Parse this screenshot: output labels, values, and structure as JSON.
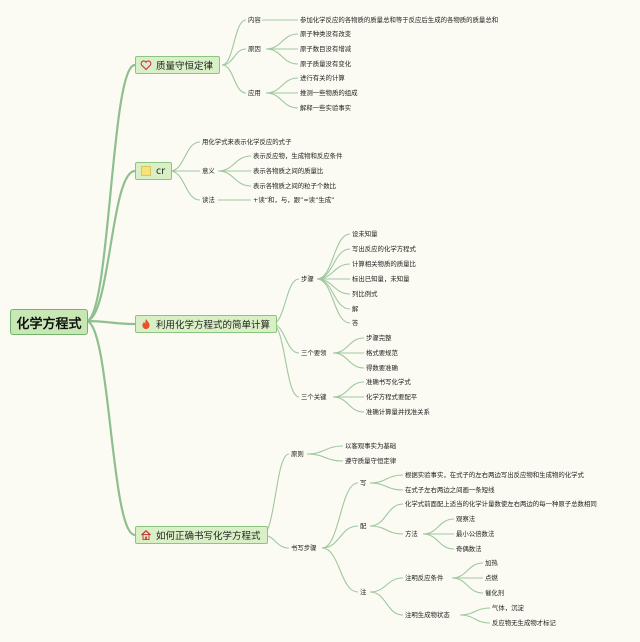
{
  "root": "化学方程式",
  "branches": {
    "b1": {
      "title": "质量守恒定律",
      "icon": "heart-icon",
      "neirong": "内容",
      "neirong_text": "参加化学反应的各物质的质量总和等于反应后生成的各物质的质量总和",
      "yuanyin": "原因",
      "yuanyin_items": [
        "原子种类没有改变",
        "原子数目没有增减",
        "原子质量没有变化"
      ],
      "yingyong": "应用",
      "yingyong_items": [
        "进行有关的计算",
        "推测一些物质的组成",
        "解释一些实验事实"
      ]
    },
    "b2": {
      "title": "cr",
      "icon": "sticky-note-icon",
      "def": "用化学式来表示化学反应的式子",
      "yiyi": "意义",
      "yiyi_items": [
        "表示反应物，生成物和反应条件",
        "表示各物质之间的质量比",
        "表示各物质之间的粒子个数比"
      ],
      "dufa": "读法",
      "dufa_text": "+读“和，与，跟”=读“生成”"
    },
    "b3": {
      "title": "利用化学方程式的简单计算",
      "icon": "fire-icon",
      "buzhou": "步骤",
      "buzhou_items": [
        "设未知量",
        "写出反应的化学方程式",
        "计算相关物质的质量比",
        "标出已知量，未知量",
        "列比例式",
        "解",
        "答"
      ],
      "sange_yaoling": "三个要领",
      "yaoling_items": [
        "步骤完整",
        "格式要规范",
        "得数要准确"
      ],
      "sange_guanjian": "三个关键",
      "guanjian_items": [
        "准确书写化学式",
        "化学方程式要配平",
        "准确计算量并找准关系"
      ]
    },
    "b4": {
      "title": "如何正确书写化学方程式",
      "icon": "house-icon",
      "yuanze": "原则",
      "yuanze_items": [
        "以客观事实为基础",
        "遵守质量守恒定律"
      ],
      "shuxie_buzhou": "书写步骤",
      "xie": "写",
      "xie_items": [
        "根据实验事实，在式子的左右两边写出反应物和生成物的化学式",
        "在式子左右两边之间画一条短线"
      ],
      "pei": "配",
      "pei_text": "化学式前面配上适当的化学计量数使左右两边的每一种原子总数相同",
      "fangfa": "方法",
      "fangfa_items": [
        "观察法",
        "最小公倍数法",
        "奇偶数法"
      ],
      "zhu": "注",
      "tiaojian": "注明反应条件",
      "tiaojian_items": [
        "加热",
        "点燃",
        "催化剂"
      ],
      "zhuangtai": "注明生成物状态",
      "zhuangtai_items": [
        "气体，沉淀",
        "反应物无生成物才标记"
      ]
    }
  },
  "colors": {
    "edge": "#9fc89f",
    "main_fill": "#d9f0c6",
    "root_fill": "#c7e8b4",
    "background": "#fbfbf3"
  }
}
